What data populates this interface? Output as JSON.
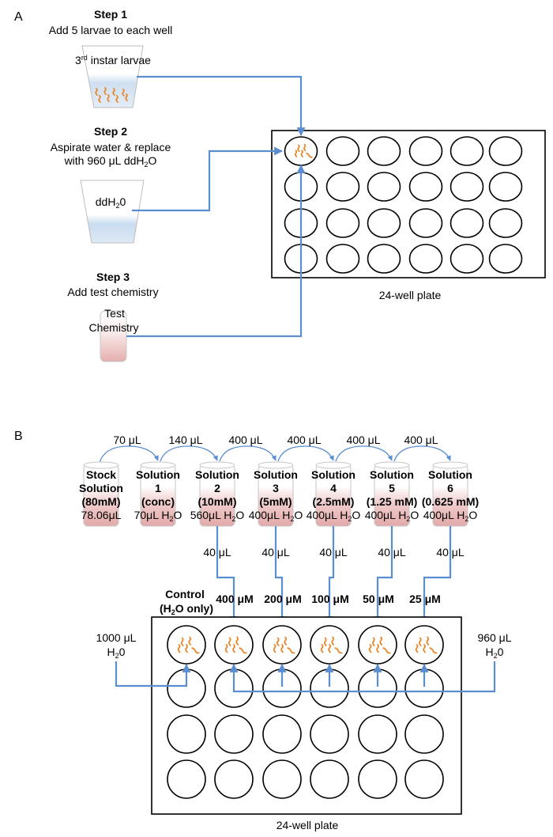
{
  "panel_a": {
    "label": "A",
    "step1": {
      "title": "Step 1",
      "desc": "Add 5 larvae to each well",
      "container_label_main": "3",
      "container_label_sup": "rd",
      "container_label_rest": " instar larvae"
    },
    "step2": {
      "title": "Step 2",
      "desc_line1": "Aspirate water & replace",
      "desc_line2_pre": "with 960 μL ddH",
      "desc_line2_sub": "2",
      "desc_line2_post": "O",
      "container_label_pre": "ddH",
      "container_label_sub": "2",
      "container_label_post": "0"
    },
    "step3": {
      "title": "Step 3",
      "desc": "Add test chemistry",
      "container_label_line1": "Test",
      "container_label_line2": "Chemistry"
    },
    "plate_caption": "24-well plate",
    "plate_rows": 4,
    "plate_cols": 6
  },
  "panel_b": {
    "label": "B",
    "transfers": [
      "70 μL",
      "140 μL",
      "400 μL",
      "400 μL",
      "400 μL",
      "400 μL"
    ],
    "tubes": [
      {
        "line1": "Stock",
        "line2": "Solution",
        "line3": "(80mM)",
        "line4_pre": "78.06μL",
        "line4_sub": "",
        "line4_post": ""
      },
      {
        "line1": "Solution",
        "line2": "1",
        "line3": "(conc)",
        "line4_pre": "70μL H",
        "line4_sub": "2",
        "line4_post": "O"
      },
      {
        "line1": "Solution",
        "line2": "2",
        "line3": "(10mM)",
        "line4_pre": "560μL H",
        "line4_sub": "2",
        "line4_post": "O"
      },
      {
        "line1": "Solution",
        "line2": "3",
        "line3": "(5mM)",
        "line4_pre": "400μL H",
        "line4_sub": "2",
        "line4_post": "O"
      },
      {
        "line1": "Solution",
        "line2": "4",
        "line3": "(2.5mM)",
        "line4_pre": "400μL H",
        "line4_sub": "2",
        "line4_post": "O"
      },
      {
        "line1": "Solution",
        "line2": "5",
        "line3": "(1.25 mM)",
        "line4_pre": "400μL H",
        "line4_sub": "2",
        "line4_post": "O"
      },
      {
        "line1": "Solution",
        "line2": "6",
        "line3": "(0.625 mM)",
        "line4_pre": "400μL H",
        "line4_sub": "2",
        "line4_post": "O"
      }
    ],
    "dispense_volume": "40 μL",
    "well_concentrations": [
      "400 μM",
      "200 μM",
      "100 μM",
      "50 μM",
      "25 μM"
    ],
    "control_line1": "Control",
    "control_line2_pre": "(H",
    "control_line2_sub": "2",
    "control_line2_post": "O only)",
    "left_water": {
      "line1": "1000 μL",
      "line2_pre": "H",
      "line2_sub": "2",
      "line2_post": "0"
    },
    "right_water": {
      "line1": "960 μL",
      "line2_pre": "H",
      "line2_sub": "2",
      "line2_post": "0"
    },
    "plate_caption": "24-well plate",
    "plate_rows": 4,
    "plate_cols": 6
  },
  "colors": {
    "flow_arrow": "#5a8ed0",
    "larva": "#e8862a",
    "water": "#bcd3ea",
    "chemical": "#e9b7b7"
  }
}
